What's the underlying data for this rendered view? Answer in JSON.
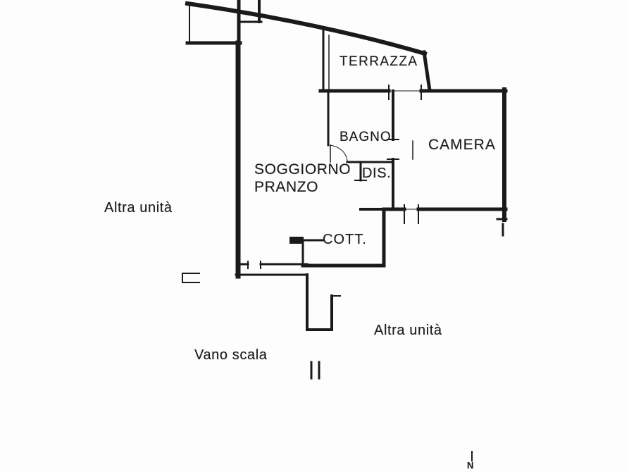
{
  "plan": {
    "labels": {
      "terrazza": "TERRAZZA",
      "bagno": "BAGNO",
      "camera": "CAMERA",
      "soggiorno_line1": "SOGGIORNO",
      "soggiorno_line2": "PRANZO",
      "dis": "DIS.",
      "cott": "COTT.",
      "altra_unita_left": "Altra unità",
      "altra_unita_right": "Altra unità",
      "vano_scala": "Vano scala",
      "north": "N"
    },
    "colors": {
      "ink": "#1a1a1a",
      "paper": "#fdfdfd"
    }
  }
}
